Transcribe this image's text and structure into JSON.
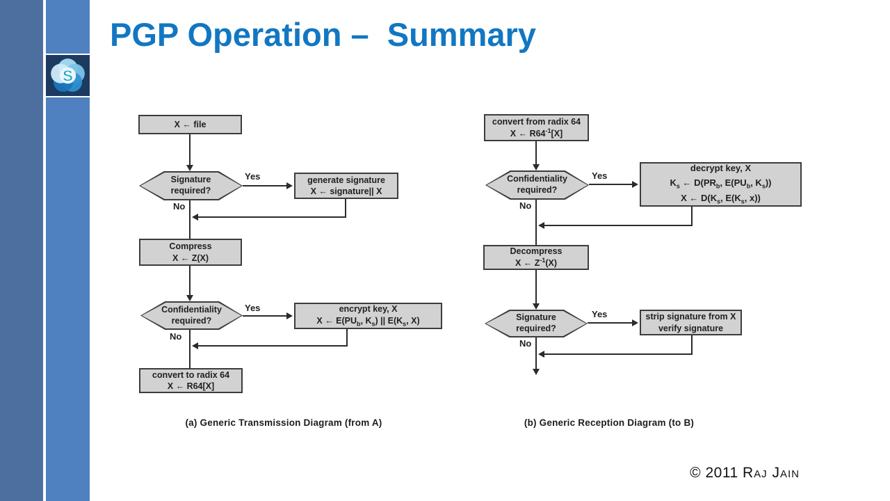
{
  "slide": {
    "title": "PGP Operation –  Summary"
  },
  "logo": {
    "letter": "S"
  },
  "colors": {
    "title_blue": "#1277c2",
    "sidebar_outer": "#4d6fa0",
    "sidebar_inner": "#4f80c0",
    "logo_bg": "#1d3a60",
    "node_fill": "#d2d2d2",
    "node_border": "#3c3c3c",
    "line": "#2b2b2b"
  },
  "diagram_a": {
    "caption": "(a) Generic Transmission Diagram (from A)",
    "box_file": [
      "X ← file"
    ],
    "hex_signature": [
      "Signature",
      "required?"
    ],
    "label_yes_signature": "Yes",
    "label_no_signature": "No",
    "box_generate_signature": [
      "generate signature",
      "X ← signature|| X"
    ],
    "box_compress": [
      "Compress",
      "X ← Z(X)"
    ],
    "hex_confidentiality": [
      "Confidentiality",
      "required?"
    ],
    "label_yes_confidentiality": "Yes",
    "label_no_confidentiality": "No",
    "box_encrypt": [
      "encrypt key, X",
      "X ← E(PU<sub>b</sub>, K<sub>s</sub>) || E(K<sub>s</sub>, X)"
    ],
    "box_radix64": [
      "convert to radix 64",
      "X ← R64[X]"
    ]
  },
  "diagram_b": {
    "caption": "(b) Generic Reception Diagram (to B)",
    "box_radix64": [
      "convert from radix 64",
      "X ← R64<sup>-1</sup>[X]"
    ],
    "hex_confidentiality": [
      "Confidentiality",
      "required?"
    ],
    "label_yes_confidentiality": "Yes",
    "label_no_confidentiality": "No",
    "box_decrypt": [
      "decrypt key, X",
      "K<sub>s</sub> ← D(PR<sub>b</sub>, E(PU<sub>b</sub>, K<sub>s</sub>))",
      "X ← D(K<sub>s</sub>, E(K<sub>s</sub>, x))"
    ],
    "box_decompress": [
      "Decompress",
      "X ← Z<sup>-1</sup>(X)"
    ],
    "hex_signature": [
      "Signature",
      "required?"
    ],
    "label_yes_signature": "Yes",
    "label_no_signature": "No",
    "box_strip": [
      "strip signature from X",
      "verify signature"
    ]
  },
  "footer": {
    "copyright": "© 2011",
    "author": "Raj Jain"
  }
}
